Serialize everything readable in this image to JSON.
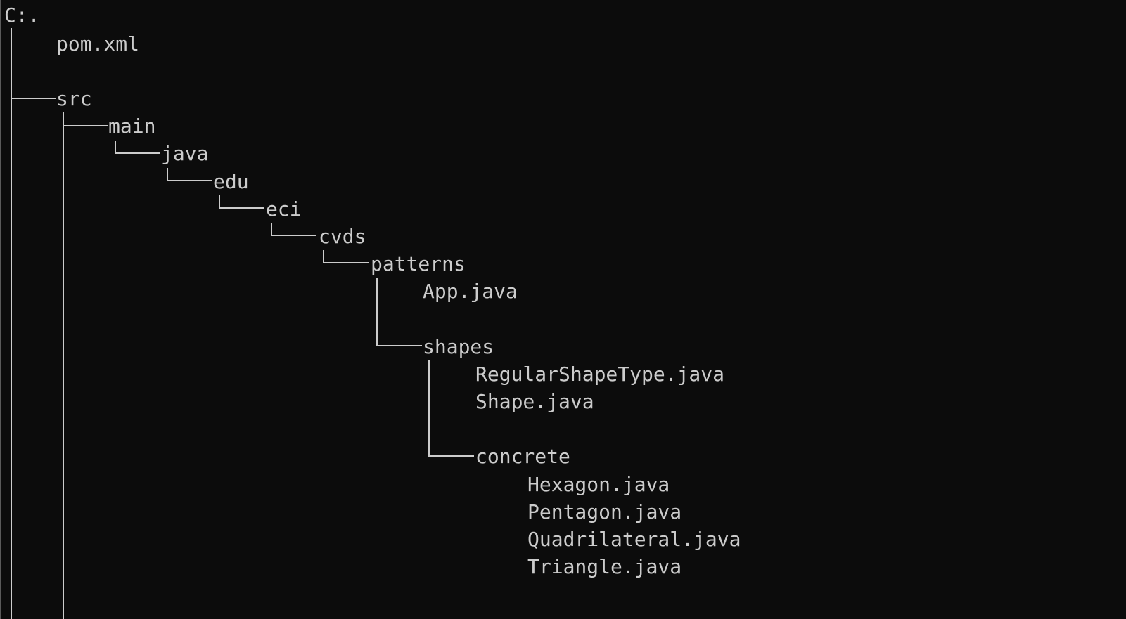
{
  "terminal": {
    "root": "C:.",
    "entries": {
      "pom_xml": "pom.xml",
      "src": "src",
      "main": "main",
      "java": "java",
      "edu": "edu",
      "eci": "eci",
      "cvds": "cvds",
      "patterns": "patterns",
      "app_java": "App.java",
      "shapes": "shapes",
      "regular_shape_type_java": "RegularShapeType.java",
      "shape_java": "Shape.java",
      "concrete": "concrete",
      "hexagon_java": "Hexagon.java",
      "pentagon_java": "Pentagon.java",
      "quadrilateral_java": "Quadrilateral.java",
      "triangle_java": "Triangle.java"
    }
  },
  "colors": {
    "background": "#0c0c0c",
    "foreground": "#cccccc"
  }
}
